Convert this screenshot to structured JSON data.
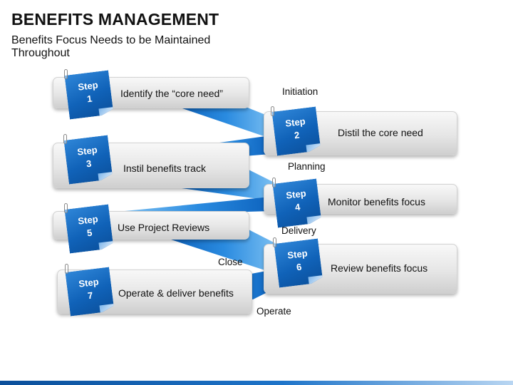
{
  "title": "BENEFITS MANAGEMENT",
  "subtitle": "Benefits Focus Needs to be Maintained Throughout",
  "steps": [
    {
      "word": "Step",
      "number": "1",
      "text": "Identify the “core need”"
    },
    {
      "word": "Step",
      "number": "2",
      "text": "Distil the core need"
    },
    {
      "word": "Step",
      "number": "3",
      "text": "Instil benefits track"
    },
    {
      "word": "Step",
      "number": "4",
      "text": "Monitor benefits focus"
    },
    {
      "word": "Step",
      "number": "5",
      "text": "Use Project Reviews"
    },
    {
      "word": "Step",
      "number": "6",
      "text": "Review benefits focus"
    },
    {
      "word": "Step",
      "number": "7",
      "text": "Operate & deliver benefits"
    }
  ],
  "phases": {
    "initiation": "Initiation",
    "planning": "Planning",
    "delivery": "Delivery",
    "close": "Close",
    "operate": "Operate"
  },
  "colors": {
    "note_blue": "#1062b8",
    "ribbon_blue": "#1f80d8",
    "ribbon_light": "#5fb0ee"
  }
}
